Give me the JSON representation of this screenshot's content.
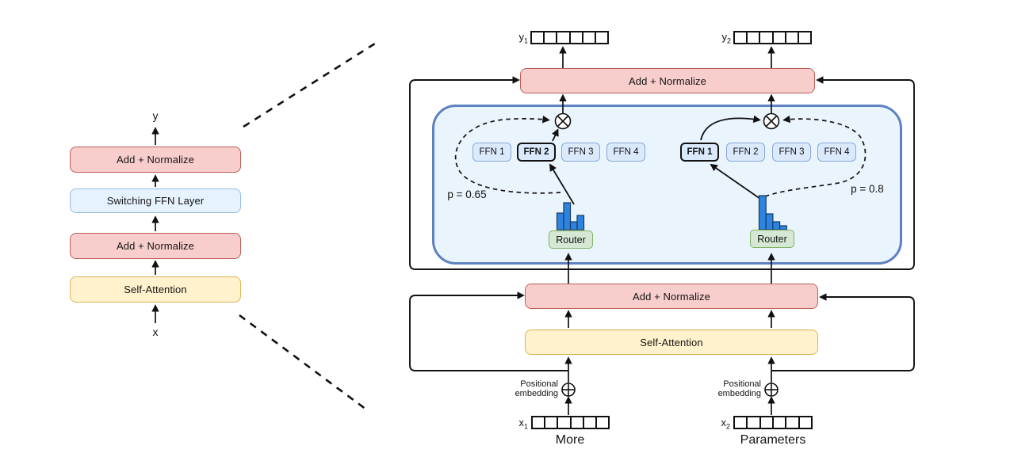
{
  "figure": {
    "left_stack": {
      "output_label": "y",
      "input_label": "x",
      "layers": [
        "Add + Normalize",
        "Switching FFN Layer",
        "Add + Normalize",
        "Self-Attention"
      ]
    },
    "right_detail": {
      "add_normalize_top": "Add + Normalize",
      "add_normalize_bottom": "Add + Normalize",
      "self_attention": "Self-Attention",
      "positional_embedding_line1": "Positional",
      "positional_embedding_line2": "embedding",
      "token_cells": 6,
      "outputs": [
        {
          "base": "y",
          "sub": "1"
        },
        {
          "base": "y",
          "sub": "2"
        }
      ],
      "inputs": [
        {
          "base": "x",
          "sub": "1",
          "caption": "More"
        },
        {
          "base": "x",
          "sub": "2",
          "caption": "Parameters"
        }
      ],
      "experts": [
        {
          "side": "left",
          "ffn_labels": [
            "FFN 1",
            "FFN 2",
            "FFN 3",
            "FFN 4"
          ],
          "selected": "FFN 2",
          "selected_index": 1,
          "p_label": "p = 0.65",
          "router_label": "Router",
          "router_prob_bars": [
            21,
            34,
            10,
            18
          ]
        },
        {
          "side": "right",
          "ffn_labels": [
            "FFN 1",
            "FFN 2",
            "FFN 3",
            "FFN 4"
          ],
          "selected": "FFN 1",
          "selected_index": 0,
          "p_label": "p = 0.8",
          "router_label": "Router",
          "router_prob_bars": [
            43,
            20,
            10,
            5
          ]
        }
      ]
    },
    "colors": {
      "addnorm-fill": "#f8cecc",
      "addnorm-stroke": "#bd5e57",
      "attention-fill": "#fff2cc",
      "attention-stroke": "#d6b656",
      "ffn-fill": "#dbe9fc",
      "ffn-stroke": "#88a9d8",
      "switch-fill": "#e6f2fd",
      "switch-stroke": "#93bce8",
      "container-fill": "#eaf4fc",
      "container-stroke": "#5d81c1",
      "router-fill": "#d5e8d4",
      "router-stroke": "#82b366",
      "hist-fill": "#2d84e0",
      "hist-stroke": "#173a60",
      "selected-ffn-stroke": "#111111",
      "line": "#111111"
    }
  }
}
